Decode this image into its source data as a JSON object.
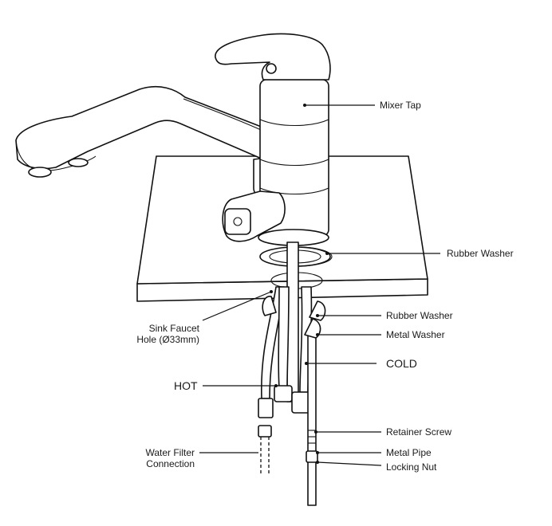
{
  "labels": {
    "mixer_tap": "Mixer Tap",
    "rubber_washer_top": "Rubber Washer",
    "sink_faucet_hole_line1": "Sink Faucet",
    "sink_faucet_hole_line2": "Hole (Ø33mm)",
    "rubber_washer": "Rubber Washer",
    "metal_washer": "Metal Washer",
    "cold": "COLD",
    "hot": "HOT",
    "retainer_screw": "Retainer Screw",
    "water_filter_line1": "Water Filter",
    "water_filter_line2": "Connection",
    "metal_pipe": "Metal Pipe",
    "locking_nut": "Locking Nut"
  }
}
